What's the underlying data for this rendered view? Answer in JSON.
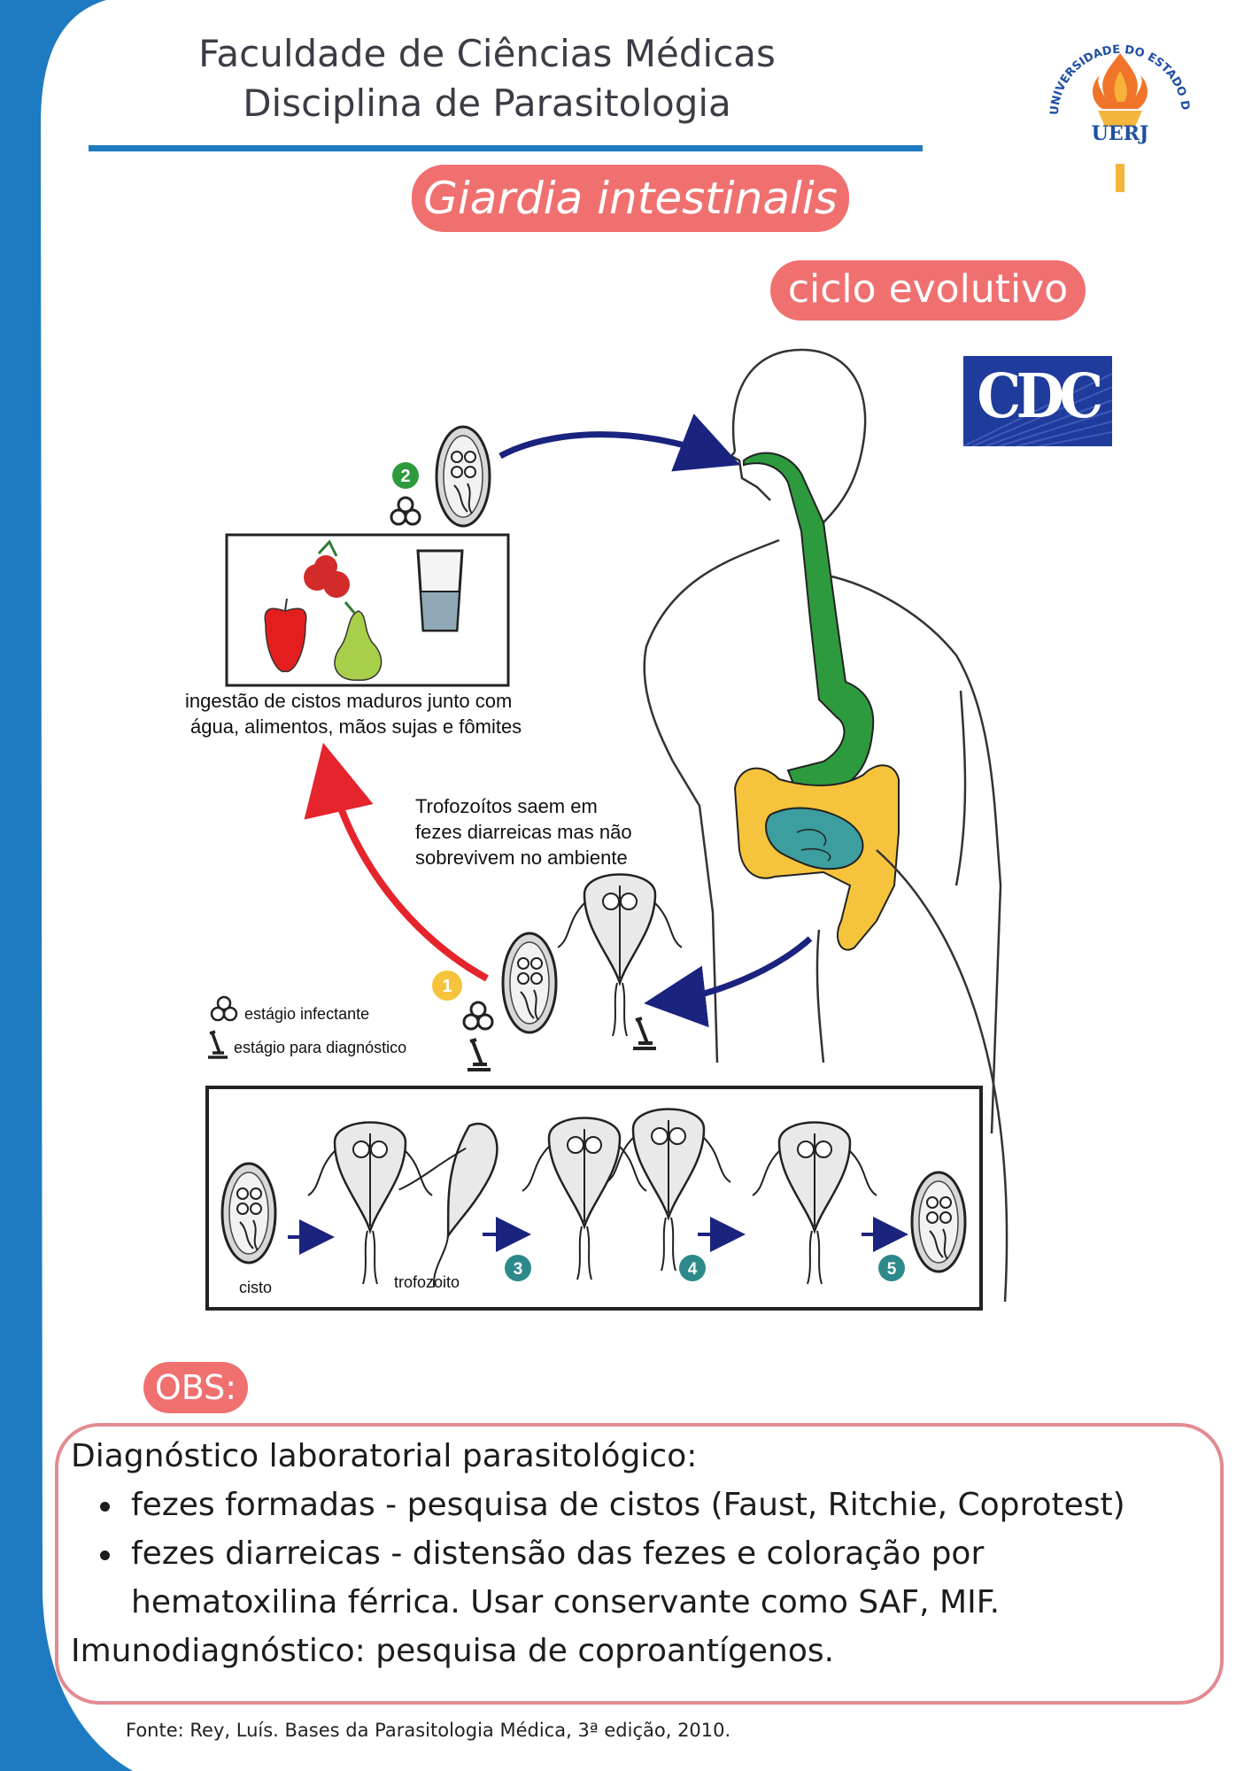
{
  "header": {
    "line1": "Faculdade de Ciências Médicas",
    "line2": "Disciplina de Parasitologia"
  },
  "logo": {
    "arc_text": "UNIVERSIDADE DO ESTADO DO RIO DE JANEIRO",
    "abbr": "UERJ",
    "icon": "torch-icon"
  },
  "title": "Giardia intestinalis",
  "subtitle": "ciclo evolutivo",
  "cdc_logo": "CDC",
  "diagram": {
    "step2_number": "2",
    "step1_number": "1",
    "ingestion_text_1": "ingestão de cistos maduros junto com",
    "ingestion_text_2": "água, alimentos, mãos sujas e fômites",
    "trophozoite_note_1": "Trofozoítos saem em",
    "trophozoite_note_2": "fezes diarreicas mas não",
    "trophozoite_note_3": "sobrevivem no ambiente",
    "legend_infective": "estágio infectante",
    "legend_diagnostic": "estágio para diagnóstico",
    "label_cyst": "cisto",
    "label_trophozoite": "trofozoito",
    "step3": "3",
    "step4": "4",
    "step5": "5"
  },
  "obs": {
    "label": "OBS:",
    "diag_title": "Diagnóstico laboratorial parasitológico:",
    "bullet1": "fezes formadas - pesquisa de cistos (Faust, Ritchie, Coprotest)",
    "bullet2_line1": "fezes diarreicas - distensão das fezes e coloração por",
    "bullet2_line2": "hematoxilina férrica. Usar conservante como SAF, MIF.",
    "immuno": "Imunodiagnóstico: pesquisa de coproantígenos."
  },
  "source": "Fonte: Rey, Luís. Bases da Parasitologia Médica, 3ª edição, 2010.",
  "colors": {
    "side_band": "#1e7bc1",
    "pill": "#f07070",
    "box_border": "#e38a92",
    "intestine_green": "#2e9a3e",
    "colon_yellow": "#f5c43c",
    "small_intestine_teal": "#3c9e9e",
    "arrow_blue": "#1a237e",
    "arrow_red": "#e5242c",
    "cdc_blue": "#1f3b9b"
  }
}
